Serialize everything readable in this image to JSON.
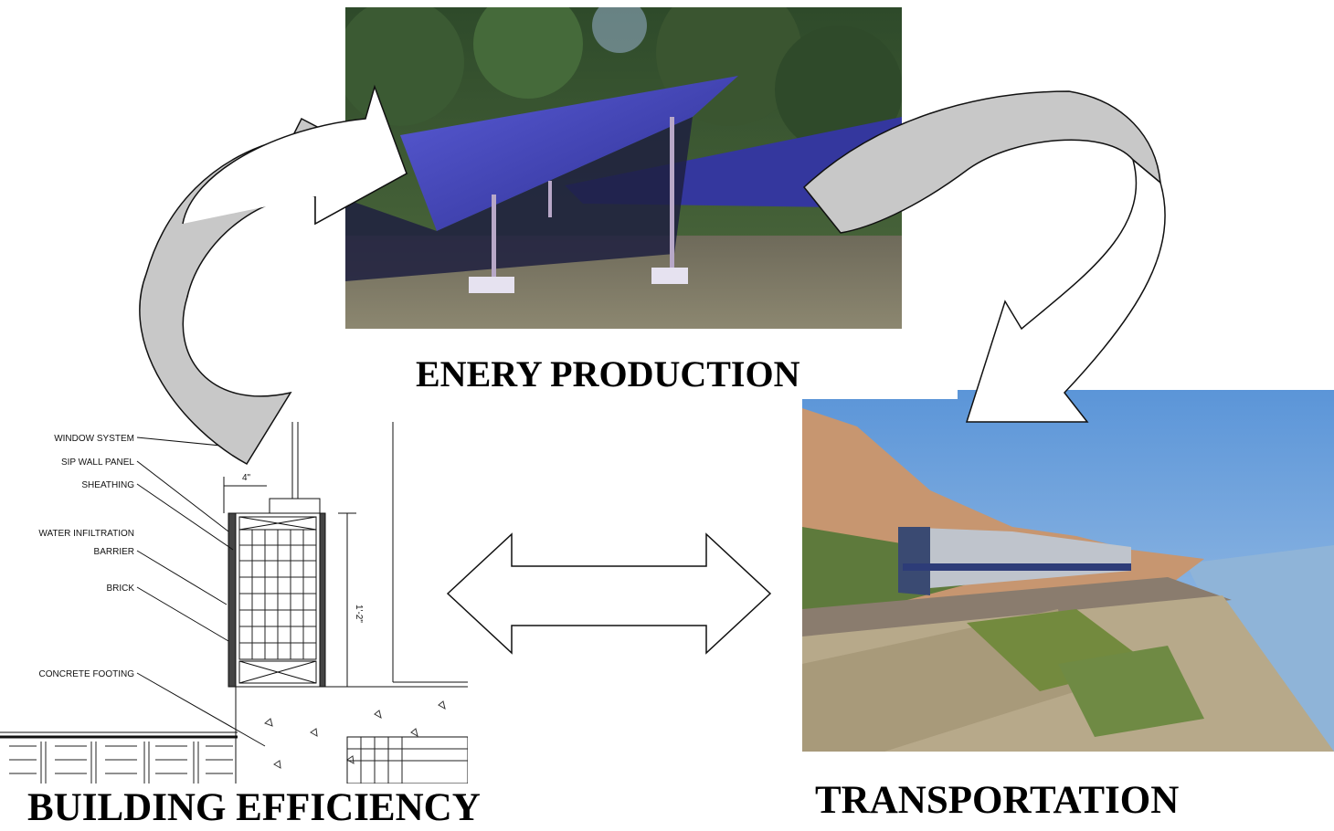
{
  "labels": {
    "energy_production": "ENERY PRODUCTION",
    "transportation": "TRANSPORTATION",
    "building_efficiency": "BUILDING EFFICIENCY"
  },
  "drawing_annotations": {
    "window_system": "WINDOW SYSTEM",
    "sip_wall_panel": "SIP WALL PANEL",
    "sheathing": "SHEATHING",
    "water_infiltration_1": "WATER INFILTRATION",
    "water_infiltration_2": "BARRIER",
    "brick": "BRICK",
    "concrete_footing": "CONCRETE FOOTING",
    "dim_width": "4\"",
    "dim_height": "1'-2\""
  },
  "colors": {
    "arrow_fill_gray": "#c8c8c8",
    "arrow_fill_white": "#ffffff",
    "solar_panel_blue": "#3d3fb0",
    "sky_blue": "#7fb2e6"
  },
  "icons": {
    "curved_arrow_left": "curved-arrow-building-to-energy",
    "curved_arrow_right": "curved-arrow-energy-to-transport",
    "double_arrow": "double-headed-arrow"
  }
}
